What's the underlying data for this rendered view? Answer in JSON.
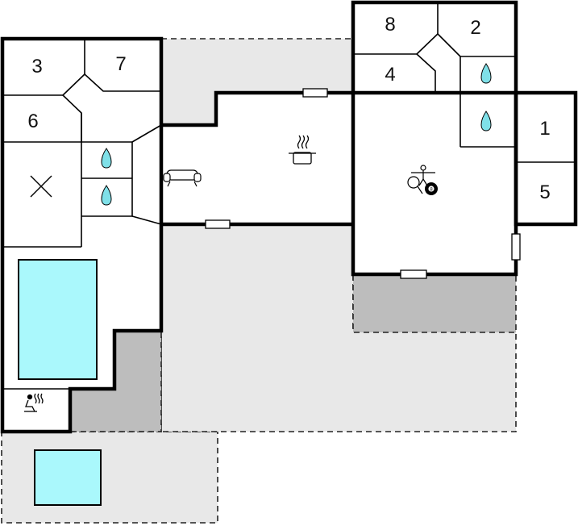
{
  "floorplan": {
    "rooms": [
      {
        "id": "room-1",
        "label": "1"
      },
      {
        "id": "room-2",
        "label": "2"
      },
      {
        "id": "room-3",
        "label": "3"
      },
      {
        "id": "room-4",
        "label": "4"
      },
      {
        "id": "room-5",
        "label": "5"
      },
      {
        "id": "room-6",
        "label": "6"
      },
      {
        "id": "room-7",
        "label": "7"
      },
      {
        "id": "room-8",
        "label": "8"
      }
    ],
    "icons": [
      "water-drop-icon",
      "sofa-icon",
      "cooking-pot-icon",
      "table-football-icon",
      "table-tennis-icon",
      "billiard-ball-icon",
      "sauna-icon",
      "cross-icon"
    ],
    "billiard_ball_label": "8",
    "colors": {
      "pool": "#aaf8fc",
      "terrace": "#e8e8e8",
      "covered_terrace": "#bdbdbd",
      "wall": "#000000"
    }
  }
}
